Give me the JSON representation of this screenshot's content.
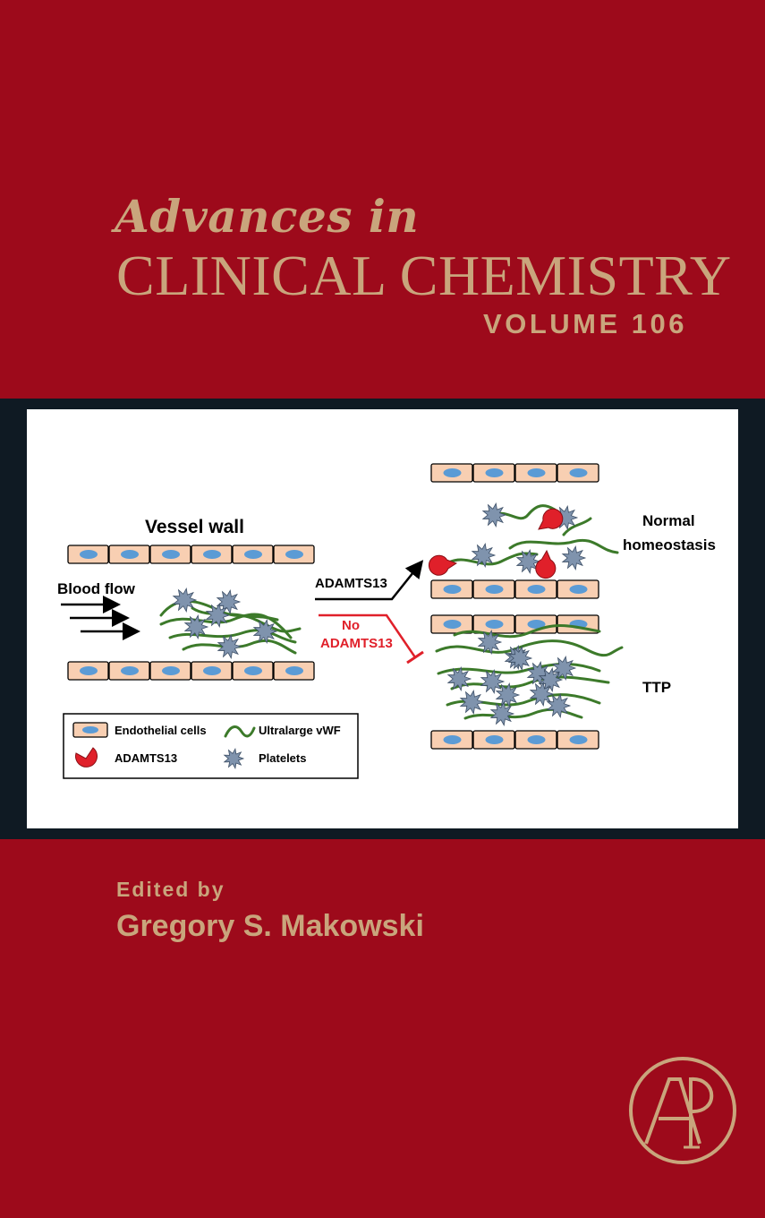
{
  "cover": {
    "series_prefix": "Advances in",
    "title": "CLINICAL CHEMISTRY",
    "volume": "VOLUME 106",
    "edited_by": "Edited by",
    "editor": "Gregory S. Makowski",
    "publisher_logo": "AP"
  },
  "colors": {
    "background": "#9d0a1b",
    "gold": "#c9a57c",
    "band": "#0f1a23",
    "cell": "#f8cfb2",
    "nucleus": "#5b9bd5",
    "vwf": "#3c7a2a",
    "platelet": "#7f93ad",
    "adamts13": "#e0202a"
  },
  "figure": {
    "vessel_wall": "Vessel wall",
    "blood_flow": "Blood flow",
    "adamts13_label": "ADAMTS13",
    "no_label": "No",
    "no_adamts13_label": "ADAMTS13",
    "normal_line1": "Normal",
    "normal_line2": "homeostasis",
    "ttp": "TTP",
    "legend": {
      "endothelial": "Endothelial cells",
      "vwf": "Ultralarge vWF",
      "adamts13": "ADAMTS13",
      "platelets": "Platelets"
    }
  }
}
